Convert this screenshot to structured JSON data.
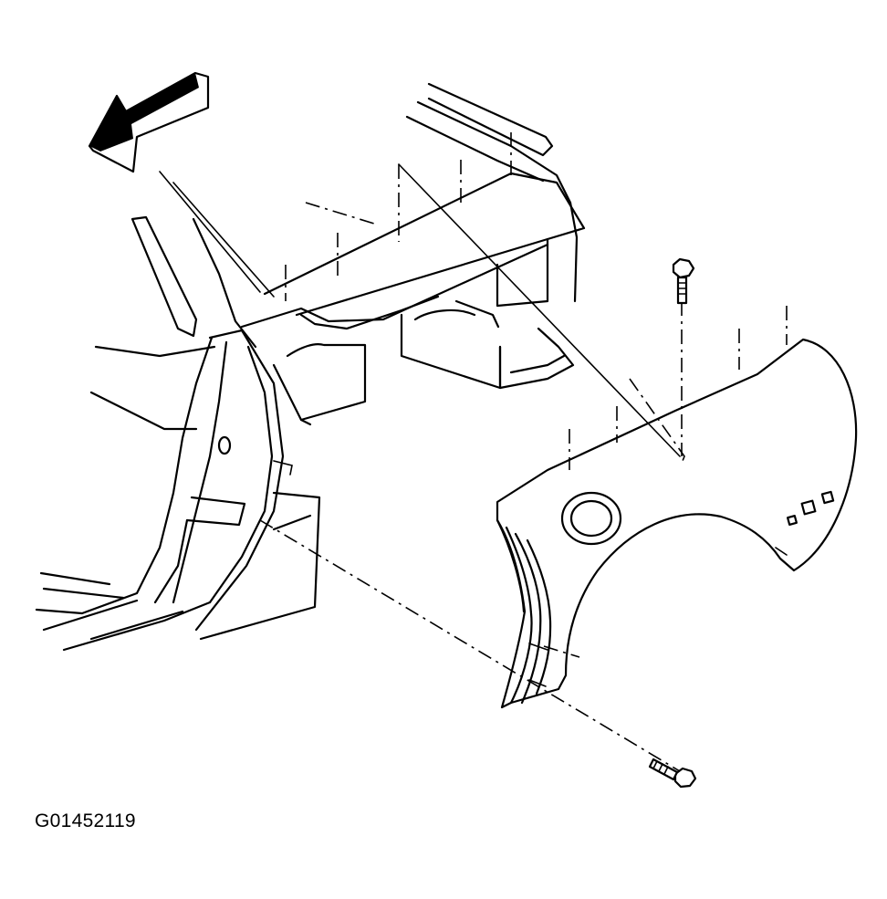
{
  "figure": {
    "caption": "G01452119"
  },
  "colors": {
    "ink": "#000000",
    "paper": "#ffffff"
  },
  "parts": {
    "direction_arrow": "front-direction-arrow",
    "body_side": "vehicle-body-side-structure",
    "fender": "front-fender-panel",
    "upper_bolt": "fender-upper-bolt",
    "lower_bolt": "fender-lower-bolt"
  }
}
